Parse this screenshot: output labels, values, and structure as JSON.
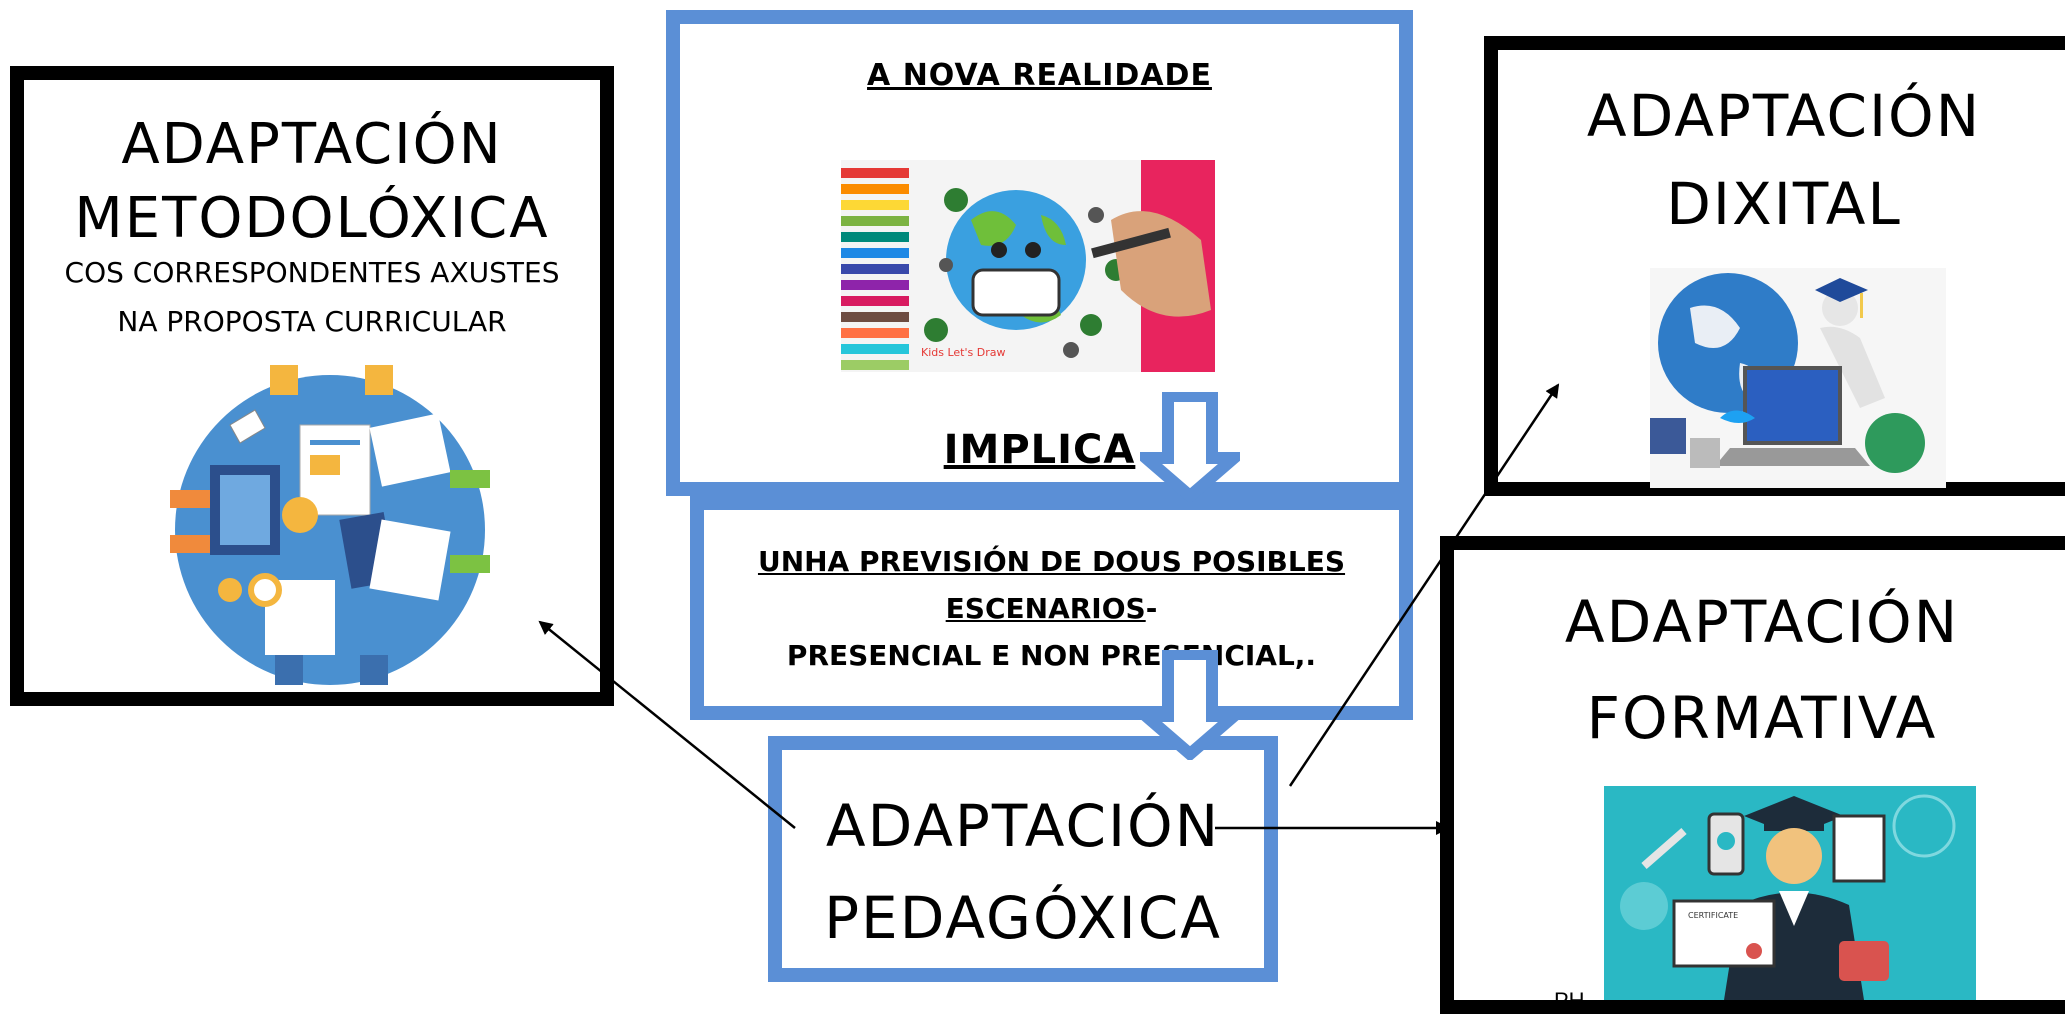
{
  "top_box": {
    "heading": "A NOVA REALIDADE",
    "implies": "IMPLICA"
  },
  "middle_box": {
    "line1": "UNHA PREVISIÓN  DE DOUS POSIBLES",
    "line2_underlined": "ESCENARIOS",
    "line2_suffix": "-",
    "line3": "PRESENCIAL E NON PRESENCIAL,."
  },
  "center_box": {
    "line1": "ADAPTACIÓN",
    "line2": "PEDAGÓXICA"
  },
  "left_box": {
    "line1": "ADAPTACIÓN",
    "line2": "METODOLÓXICA",
    "sub1": "COS CORRESPONDENTES AXUSTES",
    "sub2": "NA PROPOSTA CURRICULAR"
  },
  "right_top_box": {
    "line1": "ADAPTACIÓN",
    "line2": "DIXITAL"
  },
  "right_bottom_box": {
    "line1": "ADAPTACIÓN",
    "line2": "FORMATIVA",
    "clipped_text": "PH"
  },
  "picture_text": {
    "kids_logo": "Kids Let's Draw",
    "certificate": "CERTIFICATE"
  },
  "colors": {
    "blue_border": "#5b8fd6",
    "black_border": "#000000"
  }
}
